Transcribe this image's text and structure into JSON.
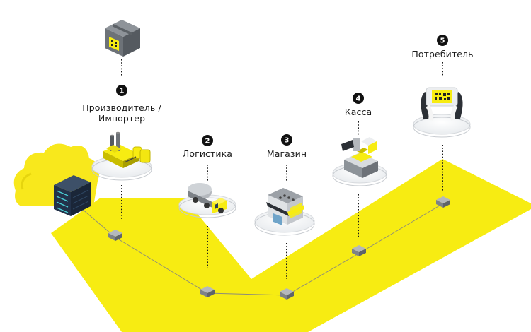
{
  "colors": {
    "accent": "#f7ec12",
    "badge": "#111111",
    "cloud": "#f8e81c",
    "server": "#2c3e55"
  },
  "steps": [
    {
      "number": "1",
      "label_line1": "Производитель /",
      "label_line2": "Импортер",
      "icon": "factory-icon"
    },
    {
      "number": "2",
      "label": "Логистика",
      "icon": "truck-icon"
    },
    {
      "number": "3",
      "label": "Магазин",
      "icon": "store-icon"
    },
    {
      "number": "4",
      "label": "Касса",
      "icon": "cash-register-icon"
    },
    {
      "number": "5",
      "label": "Потребитель",
      "icon": "phone-scan-icon"
    }
  ],
  "extras": {
    "cloud_icon": "cloud-server-icon",
    "box_icon": "package-icon"
  }
}
